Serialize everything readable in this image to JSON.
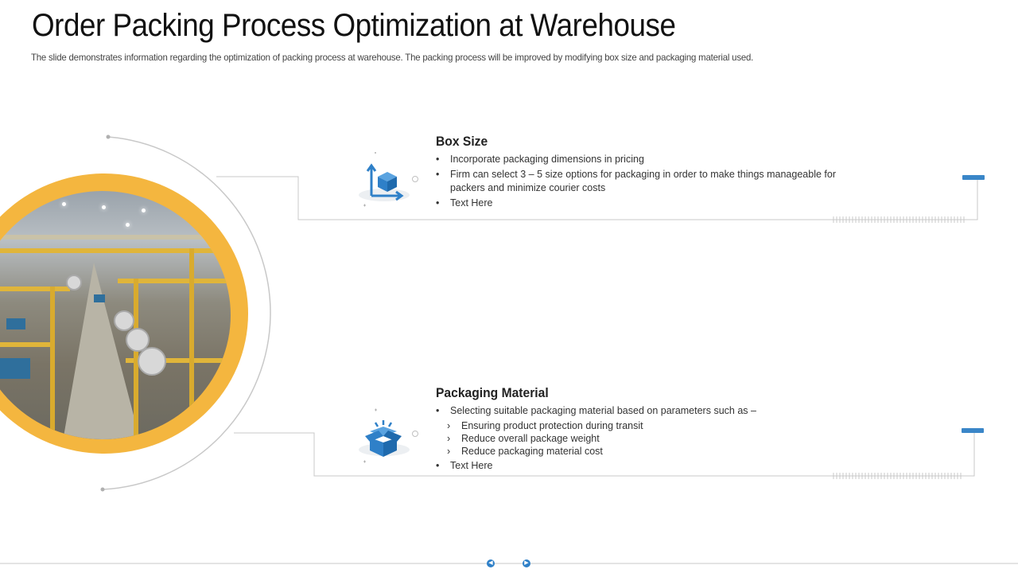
{
  "slide": {
    "title": "Order Packing Process Optimization at Warehouse",
    "subtitle": "The slide demonstrates information regarding the optimization of packing process at warehouse. The packing process will be improved by modifying box size and packaging material used."
  },
  "sections": [
    {
      "heading": "Box Size",
      "icon": "box-dimensions-icon",
      "bullets": [
        "Incorporate packaging dimensions in pricing",
        "Firm can select 3 – 5 size options for packaging in order to make things manageable for packers and minimize courier costs",
        "Text Here"
      ]
    },
    {
      "heading": "Packaging Material",
      "icon": "open-box-icon",
      "bullets": [
        "Selecting suitable packaging material based on parameters such as –"
      ],
      "sub_bullets": [
        "Ensuring product protection during transit",
        "Reduce overall package weight",
        "Reduce packaging material cost"
      ],
      "last_bullet": "Text Here"
    }
  ],
  "image": {
    "subject": "warehouse-photo"
  },
  "colors": {
    "accent_yellow": "#f4b63f",
    "accent_blue": "#2f80c8",
    "line_gray": "#c8c8c8"
  },
  "nav": {
    "prev_icon": "chevron-left-icon",
    "next_icon": "chevron-right-icon"
  }
}
